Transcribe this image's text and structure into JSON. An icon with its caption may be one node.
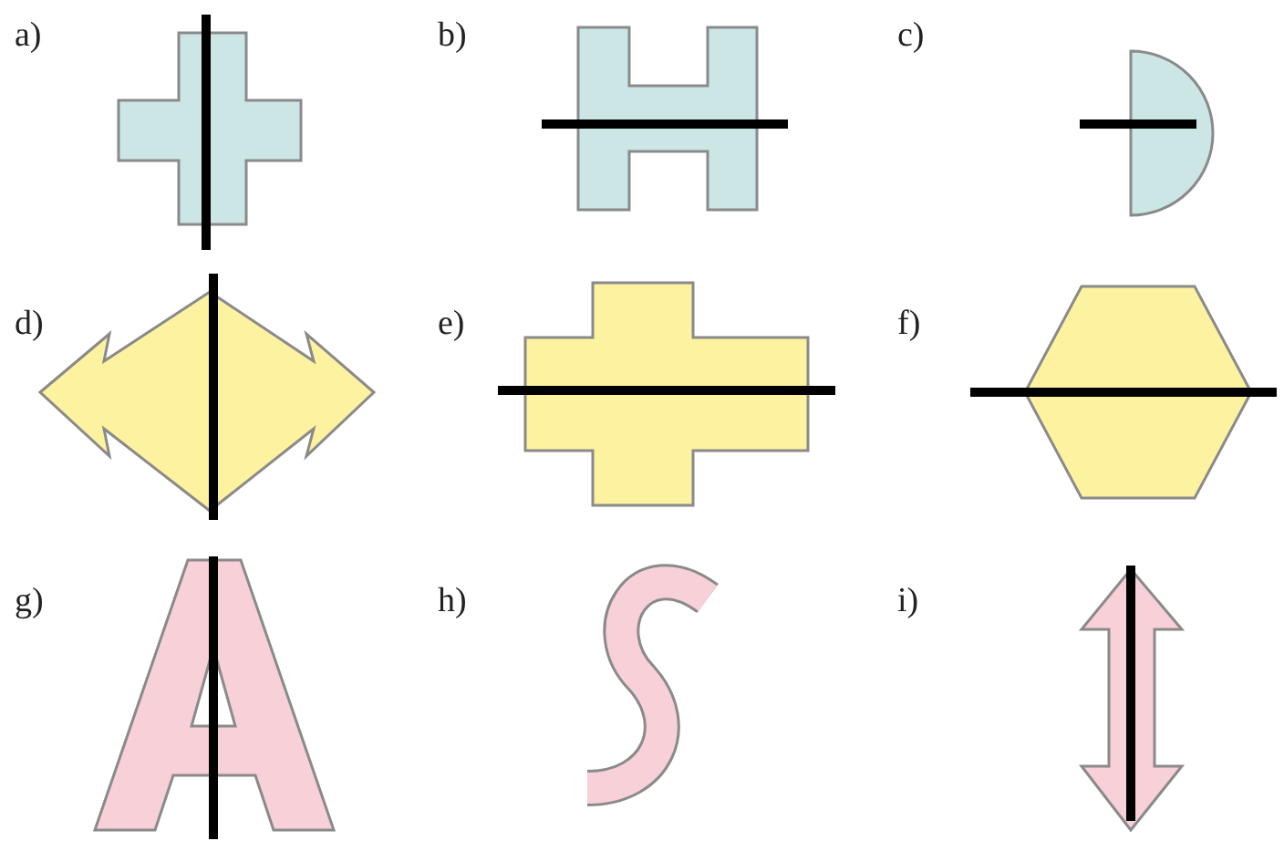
{
  "diagram": {
    "labels": [
      "a)",
      "b)",
      "c)",
      "d)",
      "e)",
      "f)",
      "g)",
      "h)",
      "i)"
    ]
  }
}
